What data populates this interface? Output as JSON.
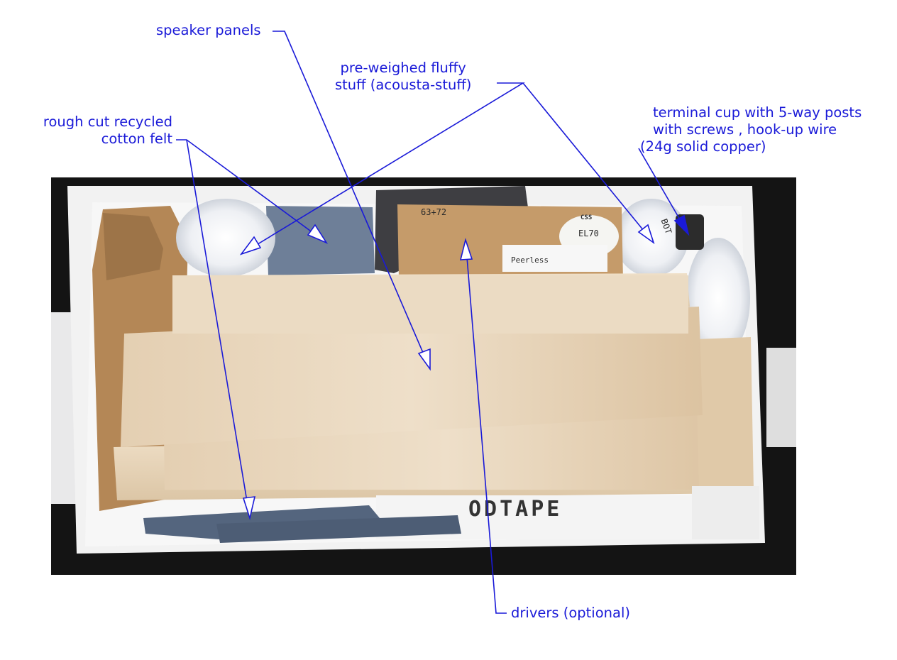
{
  "annotations": {
    "speaker_panels": "speaker panels",
    "fluffy_line1": "pre-weighed fluffy",
    "fluffy_line2": "stuff (acousta-stuff)",
    "felt_line1": "rough cut recycled",
    "felt_line2": "cotton felt",
    "terminal_line1": "terminal cup with 5-way posts",
    "terminal_line2": "with screws , hook-up wire",
    "terminal_line3": "(24g solid copper)",
    "drivers": "drivers (optional)"
  },
  "photo_text": {
    "box_number": "63+72",
    "driver_model": "EL70",
    "maker": "CSS",
    "tape": "ODTAPE",
    "bag_label": "BOT",
    "peerless": "Peerless"
  },
  "colors": {
    "annotation_blue": "#1a1ad8",
    "plywood": "#e9d7bd",
    "cardboard": "#b58a5c",
    "felt": "#5a6c84",
    "background_dark": "#111111"
  }
}
